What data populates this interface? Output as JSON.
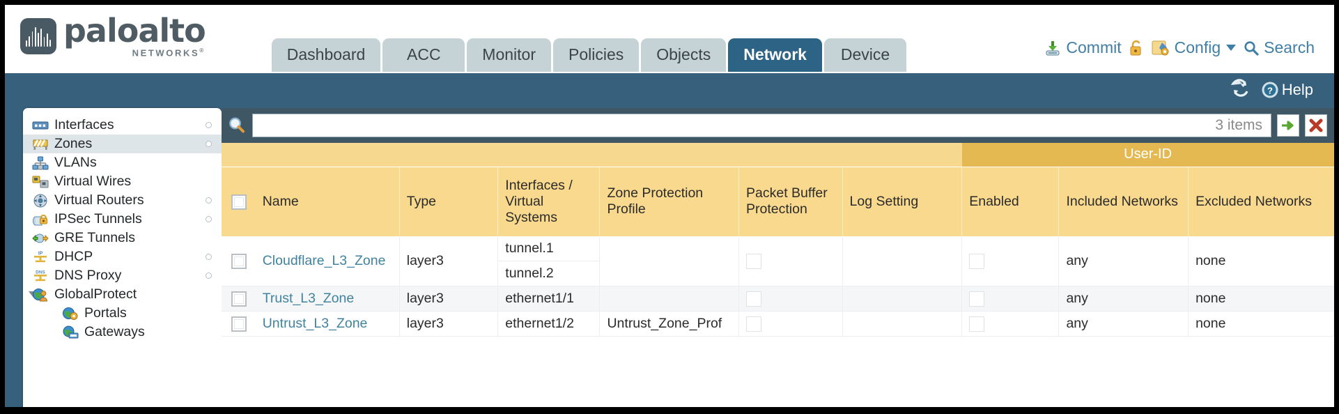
{
  "header": {
    "brand": {
      "name": "paloalto",
      "tagline": "NETWORKS",
      "reg": "®"
    },
    "tabs": [
      {
        "label": "Dashboard",
        "active": false
      },
      {
        "label": "ACC",
        "active": false
      },
      {
        "label": "Monitor",
        "active": false
      },
      {
        "label": "Policies",
        "active": false
      },
      {
        "label": "Objects",
        "active": false
      },
      {
        "label": "Network",
        "active": true
      },
      {
        "label": "Device",
        "active": false
      }
    ],
    "actions": {
      "commit": "Commit",
      "config": "Config",
      "search": "Search"
    }
  },
  "subbar": {
    "help": "Help"
  },
  "sidebar": {
    "items": [
      {
        "label": "Interfaces",
        "icon": "interfaces-icon",
        "selected": false,
        "dot": true,
        "child": false,
        "twisty": false
      },
      {
        "label": "Zones",
        "icon": "zones-icon",
        "selected": true,
        "dot": true,
        "child": false,
        "twisty": false
      },
      {
        "label": "VLANs",
        "icon": "vlans-icon",
        "selected": false,
        "dot": false,
        "child": false,
        "twisty": false
      },
      {
        "label": "Virtual Wires",
        "icon": "virtual-wires-icon",
        "selected": false,
        "dot": false,
        "child": false,
        "twisty": false
      },
      {
        "label": "Virtual Routers",
        "icon": "virtual-routers-icon",
        "selected": false,
        "dot": true,
        "child": false,
        "twisty": false
      },
      {
        "label": "IPSec Tunnels",
        "icon": "ipsec-tunnels-icon",
        "selected": false,
        "dot": true,
        "child": false,
        "twisty": false
      },
      {
        "label": "GRE Tunnels",
        "icon": "gre-tunnels-icon",
        "selected": false,
        "dot": false,
        "child": false,
        "twisty": false
      },
      {
        "label": "DHCP",
        "icon": "dhcp-icon",
        "selected": false,
        "dot": true,
        "child": false,
        "twisty": false
      },
      {
        "label": "DNS Proxy",
        "icon": "dns-proxy-icon",
        "selected": false,
        "dot": true,
        "child": false,
        "twisty": false
      },
      {
        "label": "GlobalProtect",
        "icon": "globalprotect-icon",
        "selected": false,
        "dot": false,
        "child": false,
        "twisty": true
      },
      {
        "label": "Portals",
        "icon": "portals-icon",
        "selected": false,
        "dot": false,
        "child": true,
        "twisty": false
      },
      {
        "label": "Gateways",
        "icon": "gateways-icon",
        "selected": false,
        "dot": false,
        "child": true,
        "twisty": false
      }
    ]
  },
  "search": {
    "value": "",
    "placeholder": "",
    "item_count": "3 items",
    "apply_icon": "arrow-right-icon",
    "clear_icon": "red-x-icon"
  },
  "table": {
    "group_header": "User-ID",
    "columns": [
      "Name",
      "Type",
      "Interfaces / Virtual Systems",
      "Zone Protection Profile",
      "Packet Buffer Protection",
      "Log Setting",
      "Enabled",
      "Included Networks",
      "Excluded Networks"
    ],
    "rows": [
      {
        "name": "Cloudflare_L3_Zone",
        "type": "layer3",
        "interfaces": [
          "tunnel.1",
          "tunnel.2"
        ],
        "zone_protection_profile": "",
        "packet_buffer_protection": false,
        "log_setting": "",
        "userid_enabled": false,
        "included_networks": "any",
        "excluded_networks": "none"
      },
      {
        "name": "Trust_L3_Zone",
        "type": "layer3",
        "interfaces": [
          "ethernet1/1"
        ],
        "zone_protection_profile": "",
        "packet_buffer_protection": false,
        "log_setting": "",
        "userid_enabled": false,
        "included_networks": "any",
        "excluded_networks": "none"
      },
      {
        "name": "Untrust_L3_Zone",
        "type": "layer3",
        "interfaces": [
          "ethernet1/2"
        ],
        "zone_protection_profile": "Untrust_Zone_Prof",
        "packet_buffer_protection": false,
        "log_setting": "",
        "userid_enabled": false,
        "included_networks": "any",
        "excluded_networks": "none"
      }
    ]
  },
  "colors": {
    "header_blue": "#36607c",
    "tab_active": "#2d6384",
    "tab_inactive": "#c5d2d6",
    "table_header_amber": "#f9d98d",
    "userid_amber": "#e4b951",
    "link_blue": "#41839f",
    "content_frame": "#3f5765"
  }
}
